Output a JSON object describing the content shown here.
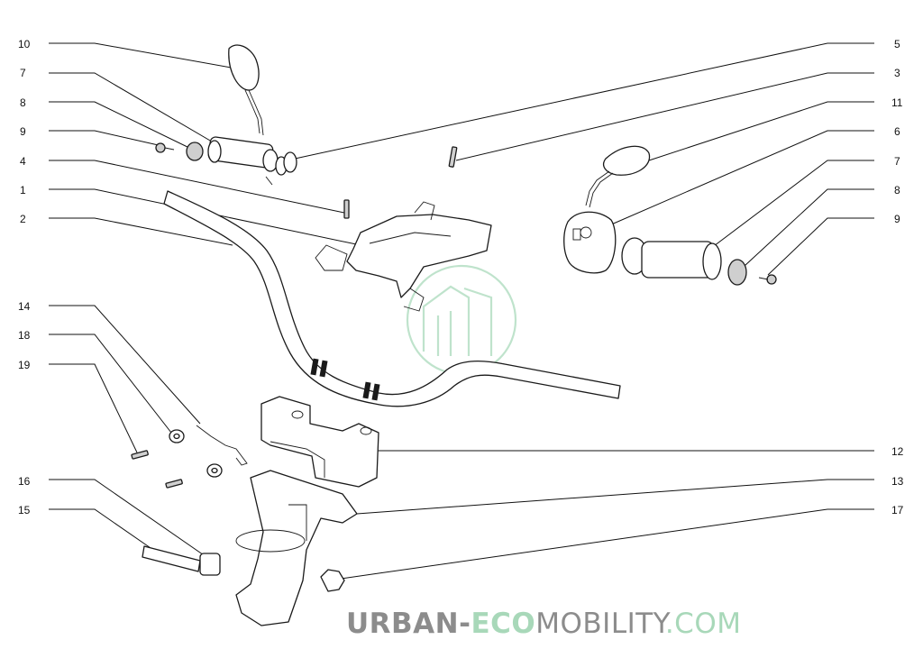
{
  "callouts_left": [
    {
      "id": "c-left-10",
      "label": "10"
    },
    {
      "id": "c-left-7",
      "label": "7"
    },
    {
      "id": "c-left-8",
      "label": "8"
    },
    {
      "id": "c-left-9",
      "label": "9"
    },
    {
      "id": "c-left-4",
      "label": "4"
    },
    {
      "id": "c-left-1",
      "label": "1"
    },
    {
      "id": "c-left-2",
      "label": "2"
    },
    {
      "id": "c-left-14",
      "label": "14"
    },
    {
      "id": "c-left-18",
      "label": "18"
    },
    {
      "id": "c-left-19",
      "label": "19"
    },
    {
      "id": "c-left-16",
      "label": "16"
    },
    {
      "id": "c-left-15",
      "label": "15"
    }
  ],
  "callouts_right": [
    {
      "id": "c-right-5",
      "label": "5"
    },
    {
      "id": "c-right-3",
      "label": "3"
    },
    {
      "id": "c-right-11",
      "label": "11"
    },
    {
      "id": "c-right-6",
      "label": "6"
    },
    {
      "id": "c-right-7",
      "label": "7"
    },
    {
      "id": "c-right-8",
      "label": "8"
    },
    {
      "id": "c-right-9",
      "label": "9"
    },
    {
      "id": "c-right-12",
      "label": "12"
    },
    {
      "id": "c-right-13",
      "label": "13"
    },
    {
      "id": "c-right-17",
      "label": "17"
    }
  ],
  "watermark": {
    "part1": "URBAN-",
    "part2": "ECO",
    "part3": "MOBILITY",
    "part4": ".COM",
    "colors": {
      "gray": "#8c8c8c",
      "green": "#a8d8b9"
    }
  }
}
